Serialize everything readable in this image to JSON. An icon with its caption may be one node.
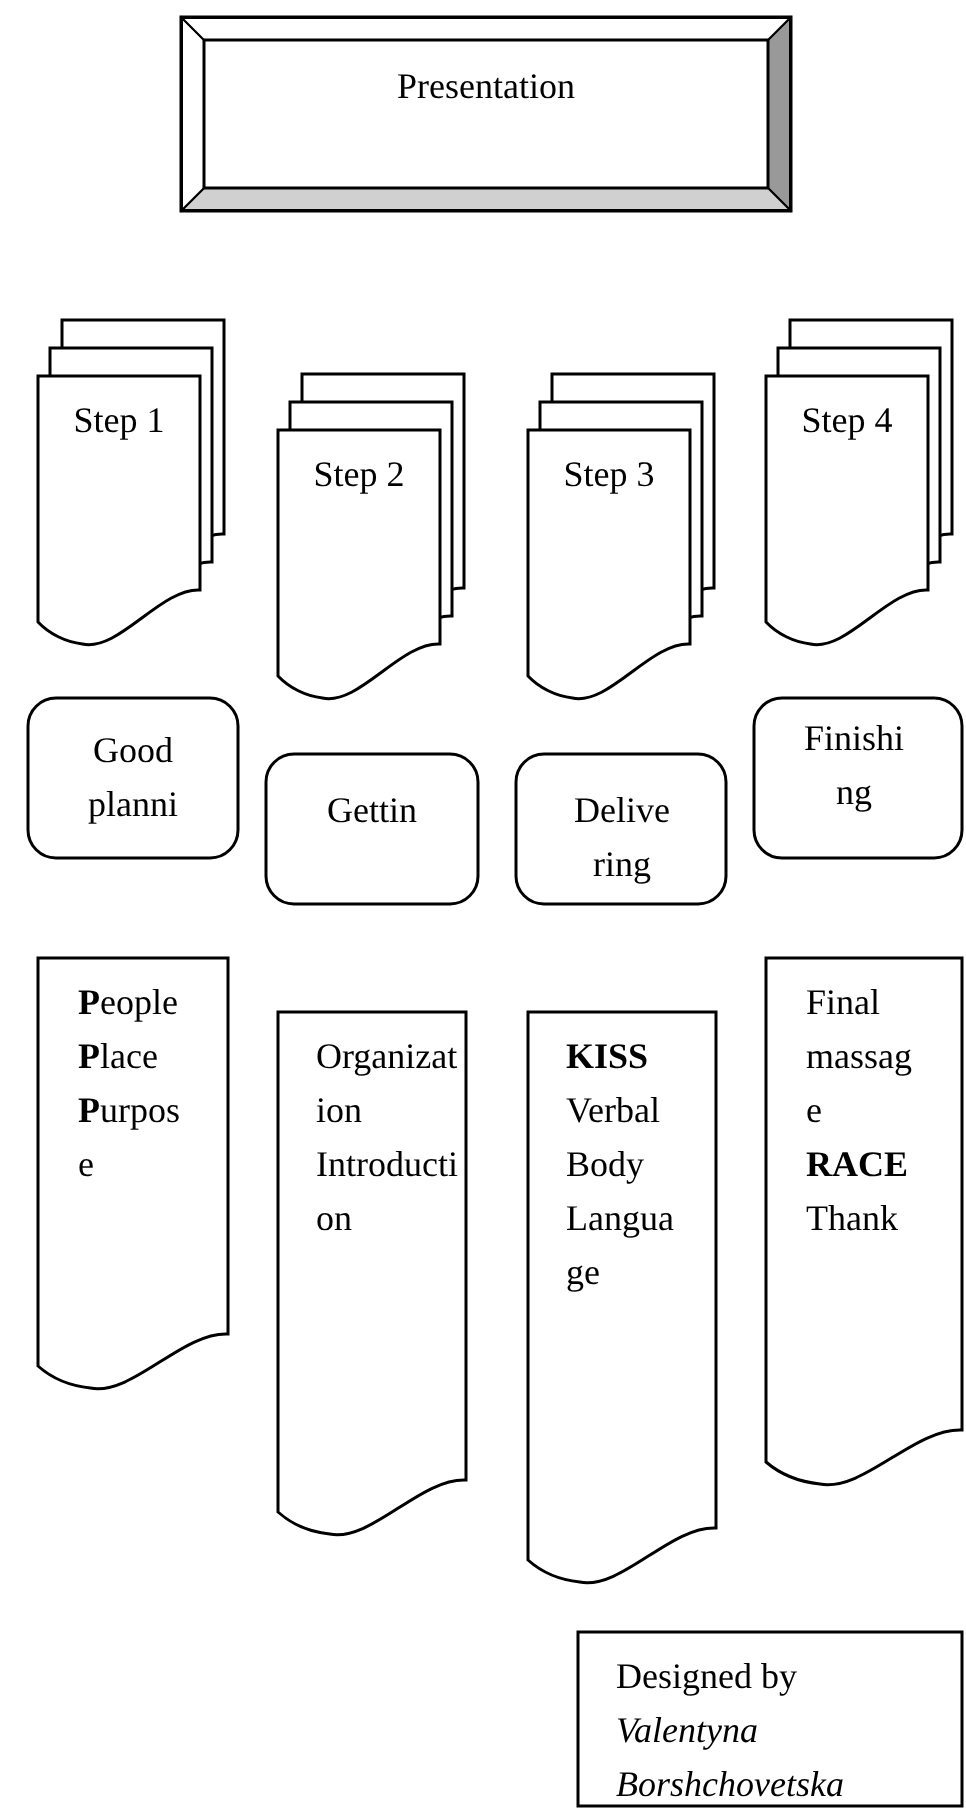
{
  "diagram": {
    "nodes": [
      {
        "text": [
          "Presentation"
        ]
      },
      {
        "text": [
          "Step 1"
        ]
      },
      {
        "text": [
          "Step 2"
        ]
      },
      {
        "text": [
          "Step 3"
        ]
      },
      {
        "text": [
          "Step 4"
        ]
      },
      {
        "text": [
          "Good planni"
        ]
      },
      {
        "text": [
          "Gettin"
        ]
      },
      {
        "text": [
          "Delivering"
        ]
      },
      {
        "text": [
          "Finishing"
        ]
      },
      {
        "text": [
          "**P**eople **P**lace **P**urpose"
        ]
      },
      {
        "text": [
          "Organization Introduction"
        ]
      },
      {
        "text": [
          "**KISS** Verbal Body Language"
        ]
      },
      {
        "text": [
          "Final massage **RACE** Thank"
        ]
      },
      {
        "text": [
          "Designed by",
          "Valentyna Borshchovetska"
        ]
      }
    ],
    "edges": []
  }
}
